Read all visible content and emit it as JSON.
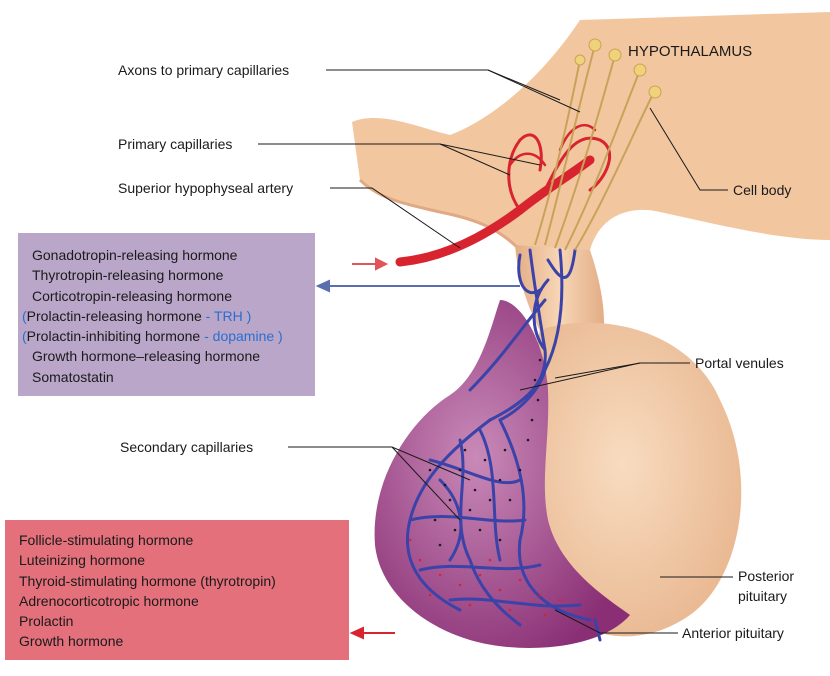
{
  "labels": {
    "hypothalamus": "HYPOTHALAMUS",
    "axons": "Axons to primary capillaries",
    "primary_capillaries": "Primary capillaries",
    "superior_artery": "Superior hypophyseal artery",
    "cell_body": "Cell body",
    "portal_venules": "Portal venules",
    "secondary_capillaries": "Secondary capillaries",
    "posterior_pituitary": [
      "Posterior",
      "pituitary"
    ],
    "anterior_pituitary": "Anterior pituitary"
  },
  "hypothalamic_hormones": {
    "items": [
      "Gonadotropin-releasing hormone",
      "Thyrotropin-releasing hormone",
      "Corticotropin-releasing hormone",
      "Growth hormone–releasing hormone",
      "Somatostatin"
    ],
    "prolactin_releasing": {
      "open": "(",
      "text": "Prolactin-releasing hormone",
      "note": "- TRH )"
    },
    "prolactin_inhibiting": {
      "open": "(",
      "text": "Prolactin-inhibiting hormone",
      "note": "- dopamine )"
    }
  },
  "anterior_pituitary_hormones": {
    "items": [
      "Follicle-stimulating hormone",
      "Luteinizing hormone",
      "Thyroid-stimulating hormone (thyrotropin)",
      "Adrenocorticotropic hormone",
      "Prolactin",
      "Growth hormone"
    ]
  },
  "colors": {
    "hypothalamic_box": "#b9a6c9",
    "anterior_box": "#e3707b",
    "annotation": "#2a6fd0",
    "artery": "#d8242f",
    "vein": "#3b43a8",
    "tissue": "#f3c9a0",
    "anterior_lobe": "#a4478f"
  }
}
